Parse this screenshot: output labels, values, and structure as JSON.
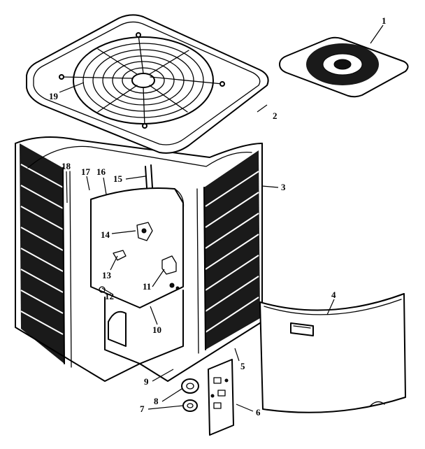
{
  "callouts": [
    {
      "id": "1",
      "label": "1"
    },
    {
      "id": "2",
      "label": "2"
    },
    {
      "id": "3",
      "label": "3"
    },
    {
      "id": "4",
      "label": "4"
    },
    {
      "id": "5",
      "label": "5"
    },
    {
      "id": "6",
      "label": "6"
    },
    {
      "id": "7",
      "label": "7"
    },
    {
      "id": "8",
      "label": "8"
    },
    {
      "id": "9",
      "label": "9"
    },
    {
      "id": "10",
      "label": "10"
    },
    {
      "id": "11",
      "label": "11"
    },
    {
      "id": "12",
      "label": "12"
    },
    {
      "id": "13",
      "label": "13"
    },
    {
      "id": "14",
      "label": "14"
    },
    {
      "id": "15",
      "label": "15"
    },
    {
      "id": "16",
      "label": "16"
    },
    {
      "id": "17",
      "label": "17"
    },
    {
      "id": "18",
      "label": "18"
    },
    {
      "id": "19",
      "label": "19"
    }
  ],
  "colors": {
    "line": "#000000",
    "background": "#ffffff",
    "grille": "#1a1a1a"
  }
}
